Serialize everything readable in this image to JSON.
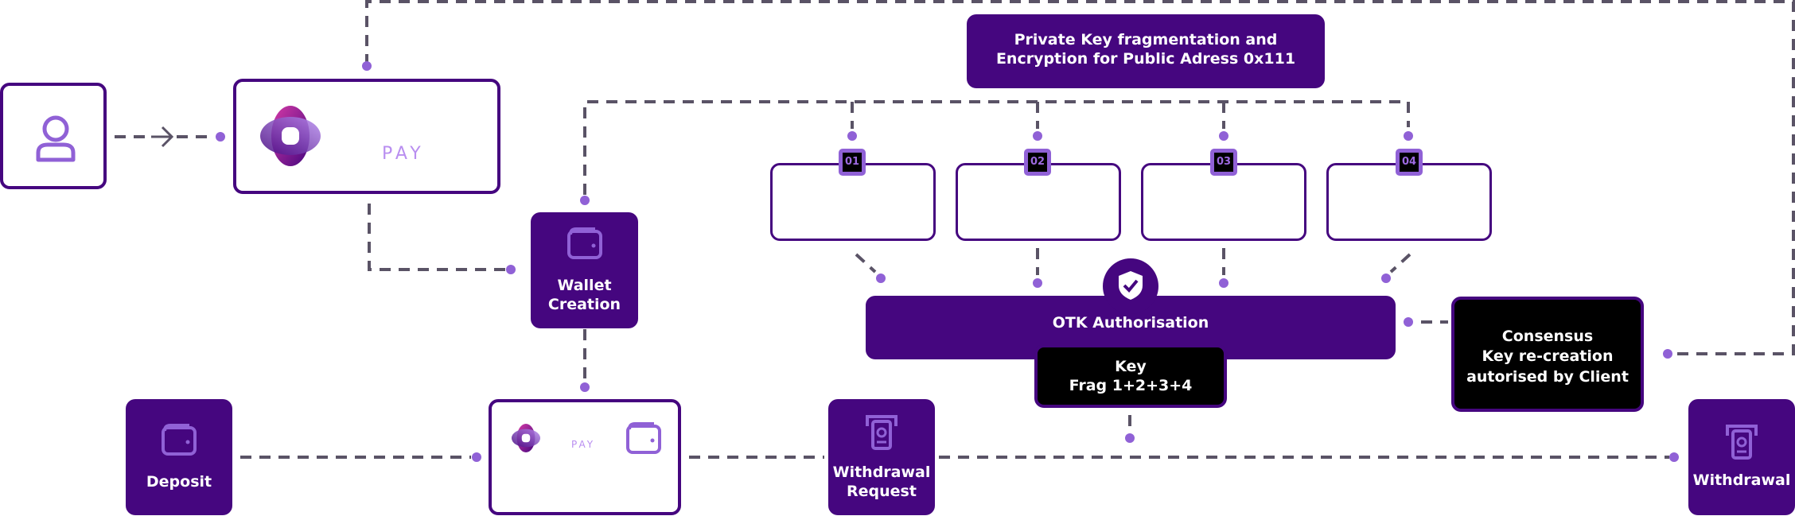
{
  "title_box": {
    "line1": "Private Key fragmentation and",
    "line2": "Encryption for Public Adress 0x111"
  },
  "brand_card": {
    "wordmark": "PAY",
    "icon": "brand-logo-icon"
  },
  "user": {
    "icon": "user-icon"
  },
  "wallet_creation": {
    "line1": "Wallet",
    "line2": "Creation",
    "icon": "wallet-icon"
  },
  "fragments": [
    {
      "badge": "01"
    },
    {
      "badge": "02"
    },
    {
      "badge": "03"
    },
    {
      "badge": "04"
    }
  ],
  "otk": {
    "label": "OTK Authorisation",
    "icon": "shield-check-icon"
  },
  "key_frag": {
    "line1": "Key",
    "line2": "Frag 1+2+3+4"
  },
  "consensus": {
    "line1": "Consensus",
    "line2": "Key re-creation",
    "line3": "autorised by Client"
  },
  "deposit": {
    "label": "Deposit",
    "icon": "wallet-icon"
  },
  "wallet_card": {
    "wordmark": "PAY",
    "icons": [
      "brand-logo-icon",
      "wallet-icon"
    ]
  },
  "withdrawal_request": {
    "line1": "Withdrawal",
    "line2": "Request",
    "icon": "atm-icon"
  },
  "withdrawal": {
    "label": "Withdrawal",
    "icon": "atm-icon"
  },
  "colors": {
    "primary": "#45067f",
    "accent": "#9061d6",
    "connector": "#5a5366",
    "magenta": "#d63aa7"
  }
}
